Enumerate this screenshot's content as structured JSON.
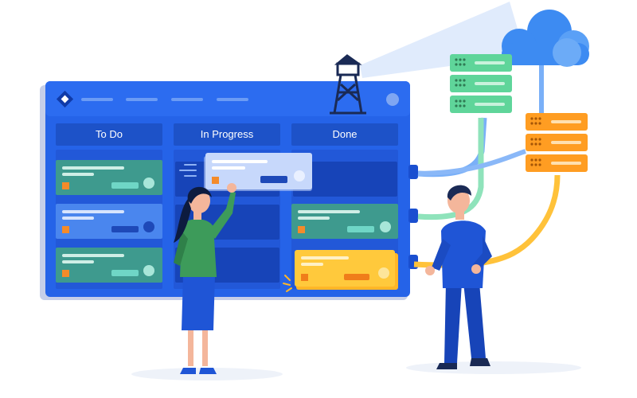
{
  "board": {
    "columns": [
      {
        "label": "To Do"
      },
      {
        "label": "In Progress"
      },
      {
        "label": "Done"
      }
    ]
  },
  "colors": {
    "board": "#2563e8",
    "board_border": "#1a4fd0",
    "column_header": "#1d52c8",
    "lane": "#1744b8",
    "card_green": "#3e9a8e",
    "card_blue": "#4a86ee",
    "card_light": "#c7d8fb",
    "card_yellow": "#ffc93c",
    "server_green": "#5fd59a",
    "server_orange": "#ff9d22",
    "cloud": "#3d8bf2",
    "accent_orange": "#f48b2a",
    "person_green": "#3d9b5a",
    "person_blue": "#1f55d6",
    "skin": "#f4b69b"
  },
  "icons": [
    "logo-icon",
    "watchtower-icon",
    "cloud-icon",
    "server-icon",
    "avatar-dot-icon"
  ]
}
